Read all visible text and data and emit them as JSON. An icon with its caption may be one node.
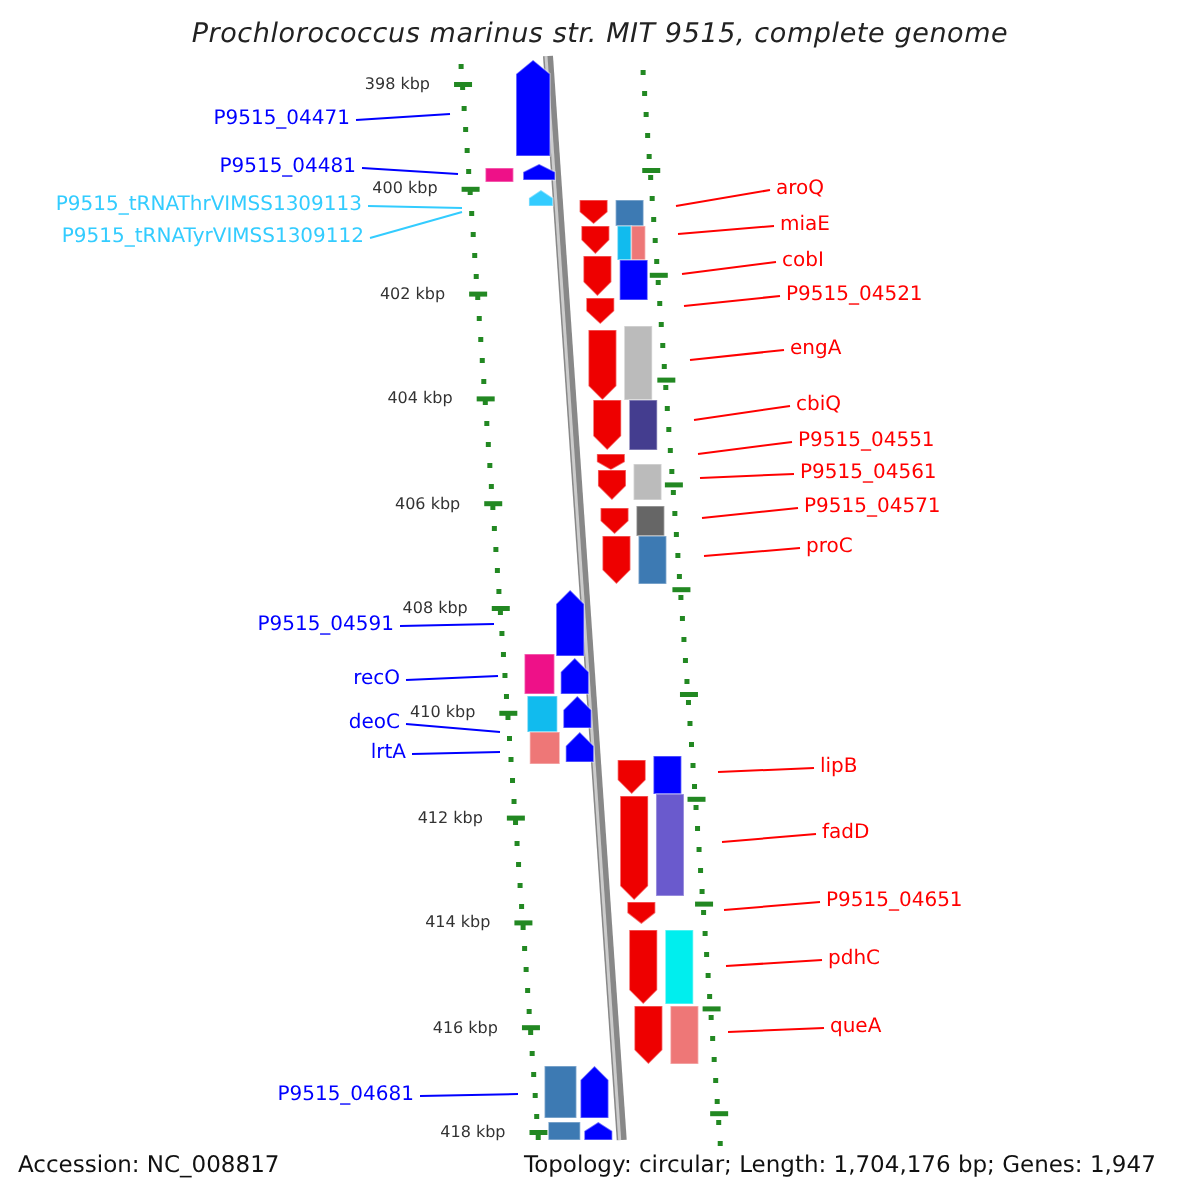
{
  "diagram": {
    "title": "Prochlorococcus marinus str. MIT 9515, complete genome",
    "nodes": [
      {
        "text": [
          "P9515_04471"
        ]
      },
      {
        "text": [
          "P9515_04481"
        ]
      },
      {
        "text": [
          "aroQ"
        ]
      },
      {
        "text": [
          "P9515_tRNAThrVIMSS1309113"
        ]
      },
      {
        "text": [
          "miaE"
        ]
      },
      {
        "text": [
          "P9515_tRNATyrVIMSS1309112"
        ]
      },
      {
        "text": [
          "cobI"
        ]
      },
      {
        "text": [
          "P9515_04521"
        ]
      },
      {
        "text": [
          "engA"
        ]
      },
      {
        "text": [
          "cbiQ"
        ]
      },
      {
        "text": [
          "P9515_04551"
        ]
      },
      {
        "text": [
          "P9515_04561"
        ]
      },
      {
        "text": [
          "P9515_04571"
        ]
      },
      {
        "text": [
          "proC"
        ]
      },
      {
        "text": [
          "P9515_04591"
        ]
      },
      {
        "text": [
          "recO"
        ]
      },
      {
        "text": [
          "deoC"
        ]
      },
      {
        "text": [
          "lrtA"
        ]
      },
      {
        "text": [
          "lipB"
        ]
      },
      {
        "text": [
          "fadD"
        ]
      },
      {
        "text": [
          "P9515_04651"
        ]
      },
      {
        "text": [
          "pdhC"
        ]
      },
      {
        "text": [
          "queA"
        ]
      },
      {
        "text": [
          "P9515_04681"
        ]
      }
    ],
    "edges": [
      {
        "from": 0,
        "to": null,
        "arrow": "none",
        "color": "#0000ff"
      },
      {
        "from": 1,
        "to": null,
        "arrow": "none",
        "color": "#0000ff"
      },
      {
        "from": 2,
        "to": null,
        "arrow": "none"
      },
      {
        "from": 3,
        "to": null,
        "arrow": "none",
        "color": "#33ccff"
      },
      {
        "from": 4,
        "to": null,
        "arrow": "none"
      },
      {
        "from": 5,
        "to": null,
        "arrow": "none",
        "color": "#33ccff"
      },
      {
        "from": 6,
        "to": null,
        "arrow": "none"
      },
      {
        "from": 7,
        "to": null,
        "arrow": "none"
      },
      {
        "from": 8,
        "to": null,
        "arrow": "none"
      },
      {
        "from": 9,
        "to": null,
        "arrow": "none"
      },
      {
        "from": 10,
        "to": null,
        "arrow": "none"
      },
      {
        "from": 11,
        "to": null,
        "arrow": "none"
      },
      {
        "from": 12,
        "to": null,
        "arrow": "none"
      },
      {
        "from": 13,
        "to": null,
        "arrow": "none"
      },
      {
        "from": 14,
        "to": null,
        "arrow": "none",
        "color": "#0000ff"
      },
      {
        "from": 15,
        "to": null,
        "arrow": "none",
        "color": "#0000ff"
      },
      {
        "from": 16,
        "to": null,
        "arrow": "none",
        "color": "#0000ff"
      },
      {
        "from": 17,
        "to": null,
        "arrow": "none",
        "color": "#0000ff"
      },
      {
        "from": 18,
        "to": null,
        "arrow": "none"
      },
      {
        "from": 19,
        "to": null,
        "arrow": "none"
      },
      {
        "from": 20,
        "to": null,
        "arrow": "none"
      },
      {
        "from": 21,
        "to": null,
        "arrow": "none"
      },
      {
        "from": 22,
        "to": null,
        "arrow": "none"
      },
      {
        "from": 23,
        "to": null,
        "arrow": "none",
        "color": "#0000ff"
      }
    ],
    "labels": [
      "398 kbp",
      "400 kbp",
      "402 kbp",
      "404 kbp",
      "406 kbp",
      "408 kbp",
      "410 kbp",
      "412 kbp",
      "414 kbp",
      "416 kbp",
      "418 kbp",
      "Accession: NC_008817",
      "Topology: circular; Length: 1,704,176 bp; Genes: 1,947"
    ]
  }
}
